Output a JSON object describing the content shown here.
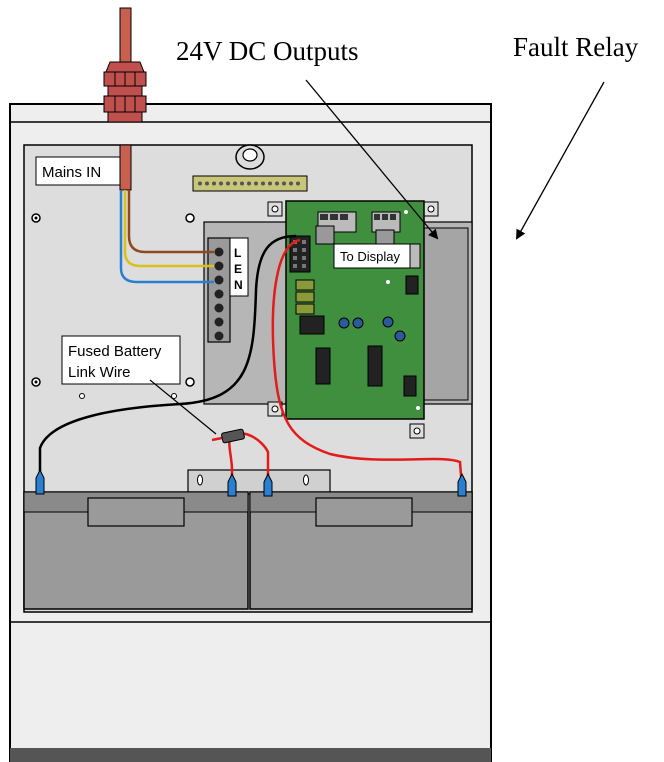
{
  "annotations": {
    "dc_outputs": "24V DC Outputs",
    "fault_relay": "Fault Relay",
    "mains_in": "Mains IN",
    "battery_link_line1": "Fused Battery",
    "battery_link_line2": "Link Wire",
    "to_display": "To Display"
  },
  "terminal_block": {
    "letters": [
      "L",
      "E",
      "N"
    ]
  },
  "colors": {
    "enclosure": "#eeeeee",
    "back_panel": "#dcdcdc",
    "pcb": "#3f8f3f",
    "live_wire": "#8b4a1f",
    "earth_wire": "#d8c21a",
    "neutral_wire": "#2a7fd0",
    "battery_positive": "#e21b1b",
    "battery_negative": "#000000",
    "battery": "#9a9a9a",
    "gland": "#c0504d"
  }
}
